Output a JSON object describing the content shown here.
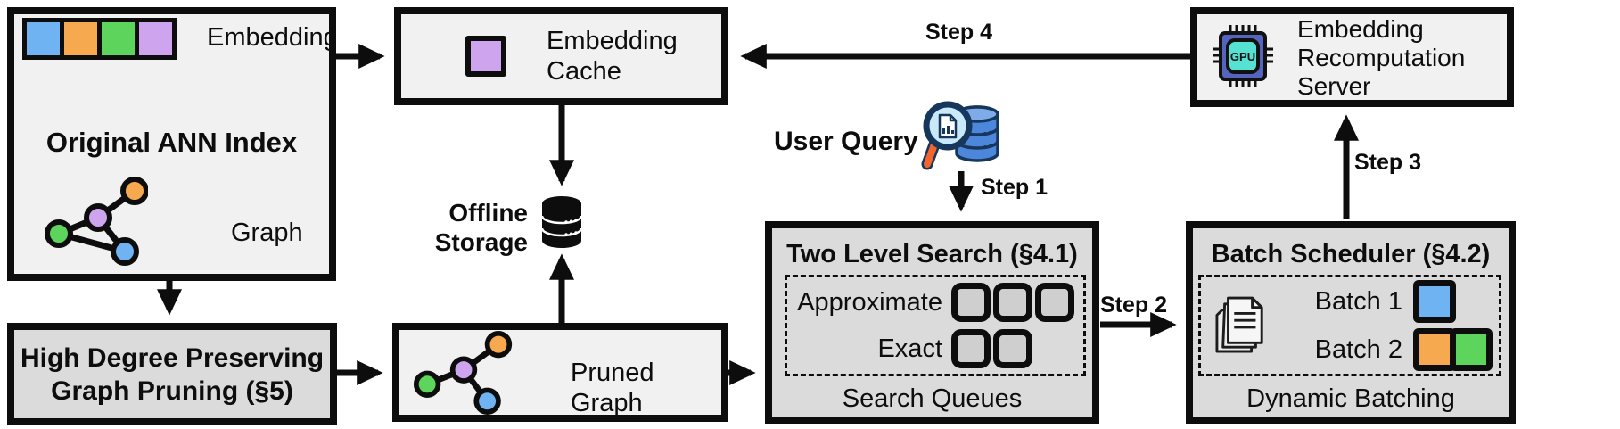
{
  "colors": {
    "blue": "#6FB3F2",
    "orange": "#F7A94F",
    "green": "#5DD55D",
    "purple": "#CFA4EF",
    "box_light": "#F1F1F1",
    "box_dark": "#DBDBDB",
    "outline": "#0D0D0D"
  },
  "ann_index": {
    "embedding_label": "Embedding",
    "embedding_colors": [
      "blue",
      "orange",
      "green",
      "purple"
    ],
    "title": "Original ANN Index",
    "graph_label": "Graph"
  },
  "embedding_cache": {
    "label": "Embedding\nCache",
    "swatch_color": "purple"
  },
  "offline_storage": {
    "label": "Offline\nStorage"
  },
  "high_degree_pruning": {
    "title": "High Degree Preserving\nGraph Pruning (§5)"
  },
  "pruned_graph": {
    "label": "Pruned Graph"
  },
  "user_query": {
    "label": "User Query"
  },
  "steps": {
    "step1": "Step 1",
    "step2": "Step 2",
    "step3": "Step 3",
    "step4": "Step 4"
  },
  "two_level_search": {
    "title": "Two Level Search (§4.1)",
    "rows": [
      {
        "label": "Approximate",
        "queues": 3
      },
      {
        "label": "Exact",
        "queues": 2
      }
    ],
    "footer": "Search Queues"
  },
  "batch_scheduler": {
    "title": "Batch Scheduler (§4.2)",
    "batches": [
      {
        "label": "Batch 1",
        "colors": [
          "blue"
        ]
      },
      {
        "label": "Batch 2",
        "colors": [
          "orange",
          "green"
        ]
      }
    ],
    "footer": "Dynamic Batching"
  },
  "recomputation_server": {
    "label": "Embedding\nRecomputation\nServer",
    "gpu_label": "GPU"
  }
}
